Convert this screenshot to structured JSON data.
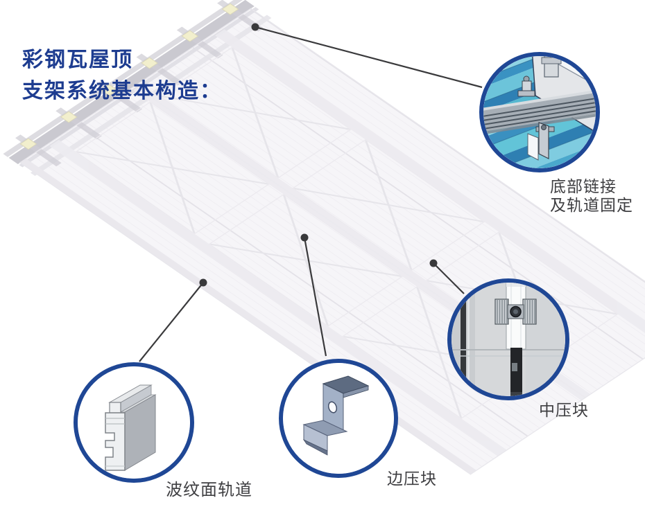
{
  "title": {
    "line1": "彩钢瓦屋顶",
    "line2": "支架系统基本构造："
  },
  "callouts": {
    "bottom_connection": {
      "label_line1": "底部链接",
      "label_line2": "及轨道固定",
      "illustration": "corrugated-blue-roof-with-rail-and-bottom-clamp"
    },
    "mid_clamp": {
      "label": "中压块",
      "illustration": "mid-clamp-between-two-panels-top-view"
    },
    "edge_clamp": {
      "label": "边压块",
      "illustration": "z-shaped-edge-clamp-bracket"
    },
    "corrugated_rail": {
      "label": "波纹面轨道",
      "illustration": "extruded-aluminum-rail-profile"
    }
  },
  "colors": {
    "title_text": "#1d3c90",
    "circle_border": "#1f4795",
    "label_text": "#3e3e41",
    "leader_line": "#3a3a3c",
    "roof_ghost": "#f0eef4",
    "roof_rail_gray": "#a09dab",
    "roof_clamp_yellow": "#e9e3a6",
    "detail_sheet_blue": "#4aa8cc",
    "detail_sheet_teal": "#8fd4e4",
    "detail_metal_gray": "#a6aeb6",
    "bracket_blue_gray": "#a3b1c7"
  }
}
